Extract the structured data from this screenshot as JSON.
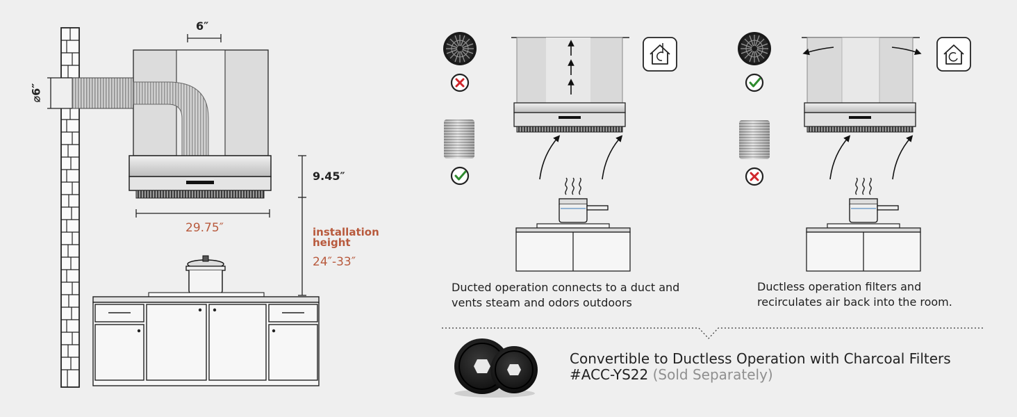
{
  "dimensions": {
    "duct_width": "6″",
    "duct_diameter": "⌀6″",
    "hood_height": "9.45″",
    "hood_width": "29.75″",
    "installation_label": "installation height",
    "installation_range": "24″-33″"
  },
  "ducted": {
    "description": "Ducted operation connects to a duct and vents steam and odors outdoors",
    "charcoal_filter_status": "not-used",
    "baffle_filter_status": "used",
    "mode_icon": "house-exhaust-icon"
  },
  "ductless": {
    "description": "Ductless operation filters and recirculates air back into the room.",
    "charcoal_filter_status": "used",
    "baffle_filter_status": "not-used",
    "mode_icon": "house-recirculate-icon"
  },
  "accessory": {
    "text_main": "Convertible to Ductless Operation with Charcoal Filters #ACC-YS22",
    "text_note": "(Sold Separately)",
    "image_icon": "charcoal-filters-image"
  },
  "colors": {
    "background": "#efefef",
    "accent": "#b85a3d",
    "check_green": "#2e8b2e",
    "cross_red": "#d0262b",
    "line": "#333333"
  }
}
